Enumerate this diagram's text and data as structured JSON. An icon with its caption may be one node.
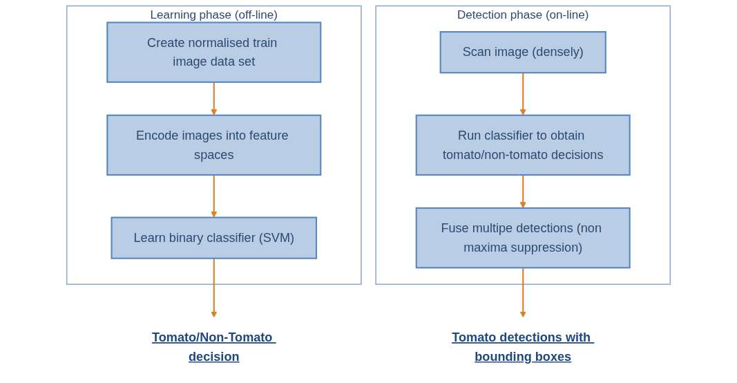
{
  "diagram": {
    "nodes": [
      {
        "text": [
          "Learning phase (off-line)"
        ]
      },
      {
        "text": [
          "Create normalised train image data set"
        ],
        "in": 0
      },
      {
        "text": [
          "Encode images into feature spaces"
        ],
        "in": 0
      },
      {
        "text": [
          "Learn binary classifier (SVM)"
        ],
        "in": 0
      },
      {
        "text": [
          "Tomato/Non-Tomato decision"
        ]
      },
      {
        "text": [
          "Detection phase (on-line)"
        ]
      },
      {
        "text": [
          "Scan image (densely)"
        ],
        "in": 5
      },
      {
        "text": [
          "Run classifier to obtain tomato/non-tomato decisions"
        ],
        "in": 5
      },
      {
        "text": [
          "Fuse multipe detections (non maxima suppression)"
        ],
        "in": 5
      },
      {
        "text": [
          "Tomato detections with bounding boxes"
        ]
      }
    ],
    "edges": [
      {
        "from": 1,
        "to": 2,
        "arrow": "to"
      },
      {
        "from": 2,
        "to": 3,
        "arrow": "to"
      },
      {
        "from": 3,
        "to": 4,
        "arrow": "to"
      },
      {
        "from": 6,
        "to": 7,
        "arrow": "to"
      },
      {
        "from": 7,
        "to": 8,
        "arrow": "to"
      },
      {
        "from": 8,
        "to": 9,
        "arrow": "to"
      }
    ]
  }
}
